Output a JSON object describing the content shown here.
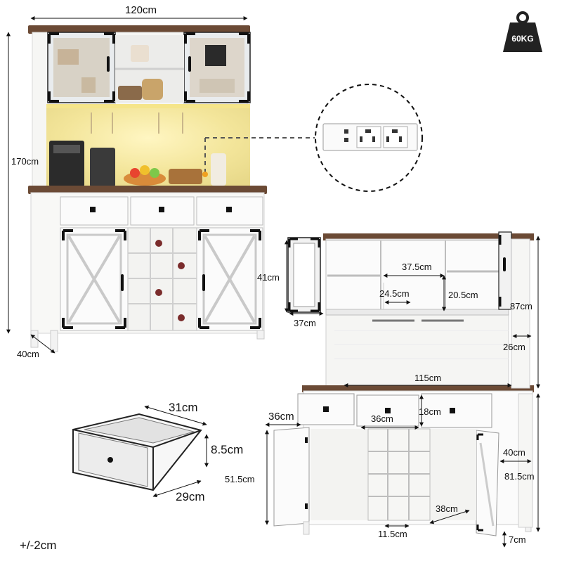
{
  "weight": "60KG",
  "tolerance": "+/-2cm",
  "front_view": {
    "width": "120cm",
    "height": "170cm",
    "depth": "40cm"
  },
  "drawer_detail": {
    "width": "31cm",
    "height": "8.5cm",
    "depth": "29cm"
  },
  "side_view": {
    "upper_door_height": "41cm",
    "upper_door_width": "37cm",
    "middle_shelf_width": "37.5cm",
    "small_gap": "24.5cm",
    "middle_shelf_height": "20.5cm",
    "hutch_height": "87cm",
    "hutch_depth": "26cm",
    "counter_width": "115cm",
    "side_drawer_width": "36cm",
    "center_drawer_width": "36cm",
    "drawer_height": "18cm",
    "lower_door_height": "51.5cm",
    "base_depth": "40cm",
    "base_height": "81.5cm",
    "cubby_width": "11.5cm",
    "cabinet_interior": "38cm",
    "leg_height": "7cm"
  },
  "icons": {
    "weight": "weight-icon",
    "outlet": "power-outlet-icon"
  }
}
